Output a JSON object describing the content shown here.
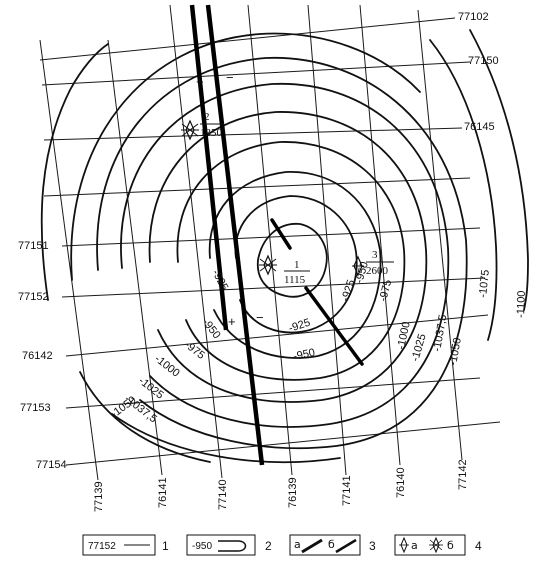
{
  "map": {
    "profile_labels_left": [
      "77151",
      "77152",
      "76142",
      "77153",
      "77154"
    ],
    "profile_labels_right": [
      "77102",
      "77150",
      "76145"
    ],
    "profile_labels_bottom": [
      "77139",
      "76141",
      "77140",
      "76139",
      "77141",
      "76140",
      "77142"
    ],
    "contour_labels": [
      "-925",
      "-950",
      "-975",
      "-1000",
      "-1025",
      "-1037,5",
      "-1050",
      "-1075",
      "-1100"
    ],
    "contour_labels_text": {
      "c925a": "-925",
      "c925b": "-925",
      "c925c": "-925",
      "c950a": "-950",
      "c950b": "-950",
      "c950c": "-950",
      "c975a": "-975",
      "c975b": "-975",
      "c1000a": "-1000",
      "c1000b": "-1000",
      "c1025a": "-1025",
      "c1025b": "-1025",
      "c1037a": "-1037,5",
      "c1037b": "-1037,5",
      "c1050a": "-1050",
      "c1050b": "-1050",
      "c1075": "-1075",
      "c1100": "-1100"
    },
    "wells": [
      {
        "number": "2",
        "depth": "1350",
        "type": "б"
      },
      {
        "number": "1",
        "depth": "1115",
        "type": "б"
      },
      {
        "number": "3",
        "depth": "2600",
        "type": "а"
      }
    ],
    "fault_signs": {
      "upper_plus": "+",
      "upper_minus": "−",
      "lower_plus": "+",
      "lower_minus": "−"
    }
  },
  "legend": {
    "item1": {
      "sample": "77152",
      "number": "1"
    },
    "item2": {
      "sample": "-950",
      "number": "2"
    },
    "item3": {
      "a": "а",
      "b": "б",
      "number": "3"
    },
    "item4": {
      "a": "а",
      "b": "б",
      "number": "4"
    }
  }
}
